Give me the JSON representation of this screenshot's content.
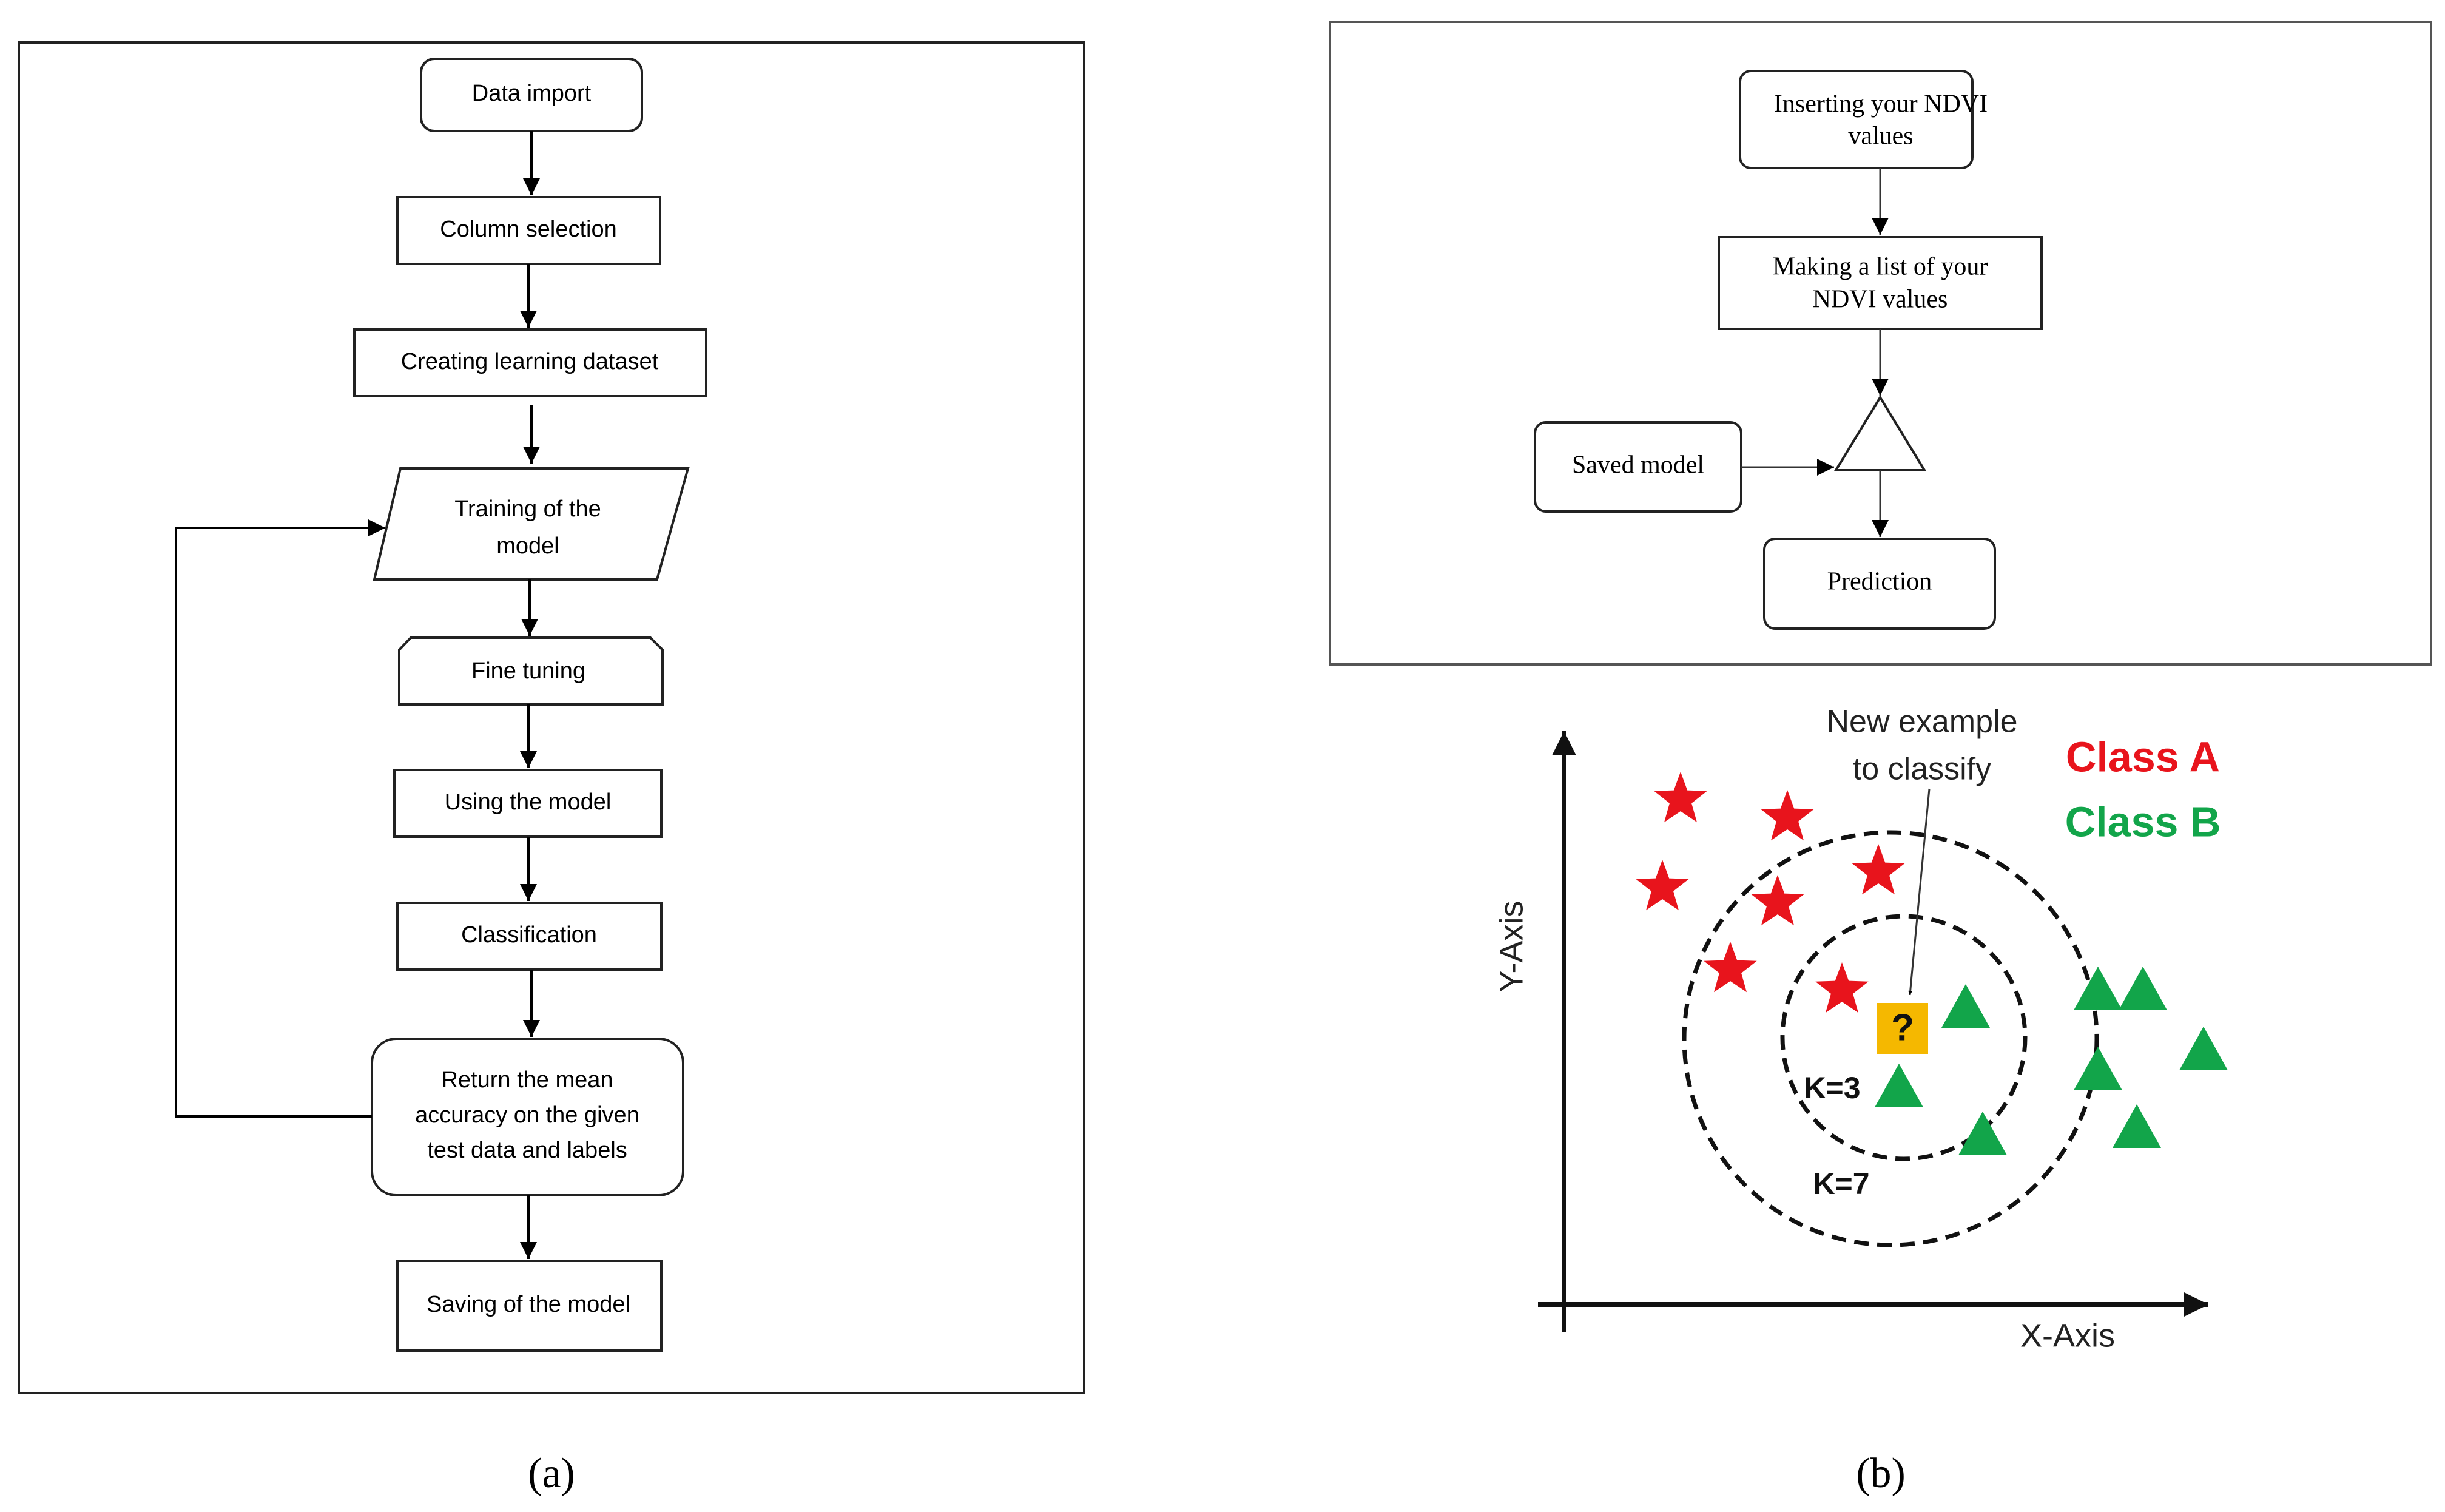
{
  "panel_a": {
    "caption": "(a)",
    "steps": {
      "data_import": "Data import",
      "column_selection": "Column selection",
      "creating_dataset": "Creating learning dataset",
      "training_1": "Training of the",
      "training_2": "model",
      "fine_tuning": "Fine tuning",
      "using_model": "Using the model",
      "classification": "Classification",
      "return_1": "Return the mean",
      "return_2": "accuracy on the given",
      "return_3": "test data and labels",
      "saving": "Saving of the model"
    }
  },
  "panel_b": {
    "caption": "(b)",
    "flow": {
      "inserting_1": "Inserting your NDVI",
      "inserting_2": "values",
      "making_1": "Making a list of your",
      "making_2": "NDVI values",
      "saved_model": "Saved model",
      "prediction": "Prediction"
    },
    "knn": {
      "y_axis": "Y-Axis",
      "x_axis": "X-Axis",
      "new_example_1": "New example",
      "new_example_2": "to classify",
      "class_a": "Class A",
      "class_b": "Class B",
      "k3": "K=3",
      "k7": "K=7",
      "question": "?",
      "colors": {
        "class_a": "#e8141c",
        "class_b": "#12a54a",
        "query": "#f5b800"
      }
    }
  }
}
